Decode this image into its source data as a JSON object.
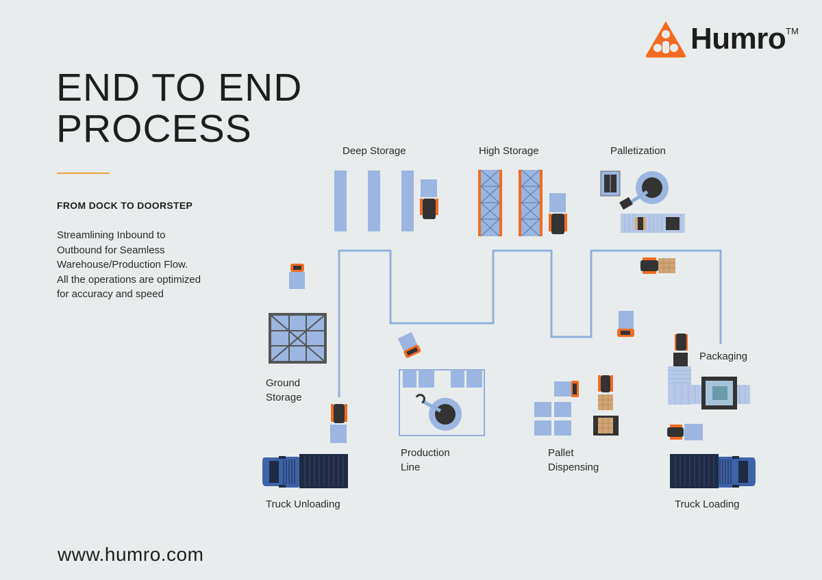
{
  "brand": {
    "name": "Humro",
    "trademark": "TM",
    "website": "www.humro.com",
    "accent_color": "#f26b21"
  },
  "hero": {
    "title_line1": "END TO END",
    "title_line2": "PROCESS",
    "subtitle": "FROM DOCK TO DOORSTEP",
    "description_lines": [
      "Streamlining Inbound to",
      "Outbound for Seamless",
      "Warehouse/Production Flow.",
      "All the operations are optimized",
      "for accuracy and speed"
    ]
  },
  "stations": {
    "deep_storage": "Deep Storage",
    "high_storage": "High Storage",
    "palletization": "Palletization",
    "ground_storage": [
      "Ground",
      "Storage"
    ],
    "packaging": "Packaging",
    "production_line": [
      "Production",
      "Line"
    ],
    "pallet_dispensing": [
      "Pallet",
      "Dispensing"
    ],
    "truck_unloading": "Truck Unloading",
    "truck_loading": "Truck Loading"
  },
  "colors": {
    "path": "#8fb0dc",
    "rack": "#9bb6e0",
    "robot": "#f26b21",
    "dark": "#333333",
    "truck_blue": "#3d63a8",
    "truck_container": "#1f2a44",
    "wood": "#d1a676"
  }
}
